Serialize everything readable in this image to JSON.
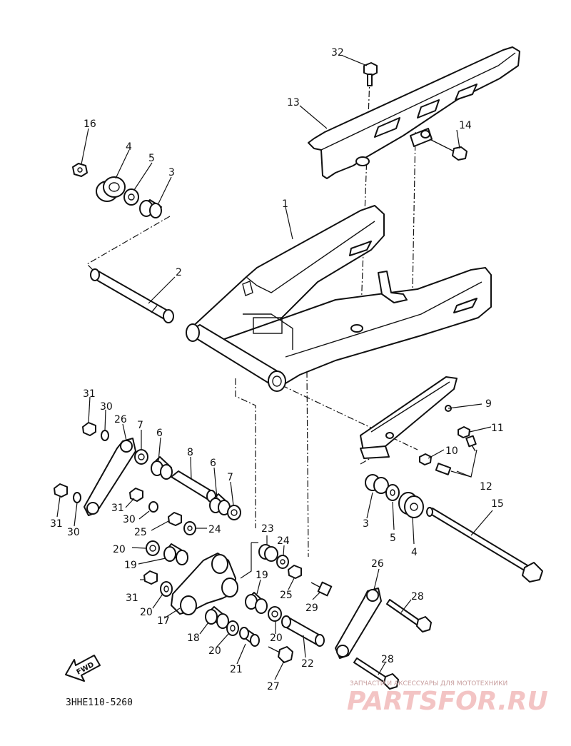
{
  "part_code": "3HHE110-5260",
  "fwd_label": "FWD",
  "watermark": {
    "tagline": "ЗАПЧАСТИ И АКСЕССУАРЫ ДЛЯ МОТОТЕХНИКИ",
    "brand": "PARTSFOR.RU"
  },
  "callouts": {
    "c32": "32",
    "c13": "13",
    "c14": "14",
    "c16": "16",
    "c4a": "4",
    "c5a": "5",
    "c3a": "3",
    "c1": "1",
    "c2": "2",
    "c9": "9",
    "c11": "11",
    "c10": "10",
    "c12": "12",
    "c3b": "3",
    "c5b": "5",
    "c4b": "4",
    "c15": "15",
    "c31a": "31",
    "c30a": "30",
    "c26a": "26",
    "c7a": "7",
    "c6a": "6",
    "c8": "8",
    "c6b": "6",
    "c7b": "7",
    "c31b": "31",
    "c30b": "30",
    "c31c": "31",
    "c30c": "30",
    "c25a": "25",
    "c24a": "24",
    "c23": "23",
    "c24b": "24",
    "c20a": "20",
    "c19a": "19",
    "c19b": "19",
    "c25b": "25",
    "c31d": "31",
    "c20b": "20",
    "c17": "17",
    "c29": "29",
    "c18": "18",
    "c20c": "20",
    "c20d": "20",
    "c21": "21",
    "c22": "22",
    "c27": "27",
    "c26b": "26",
    "c28a": "28",
    "c28b": "28"
  }
}
